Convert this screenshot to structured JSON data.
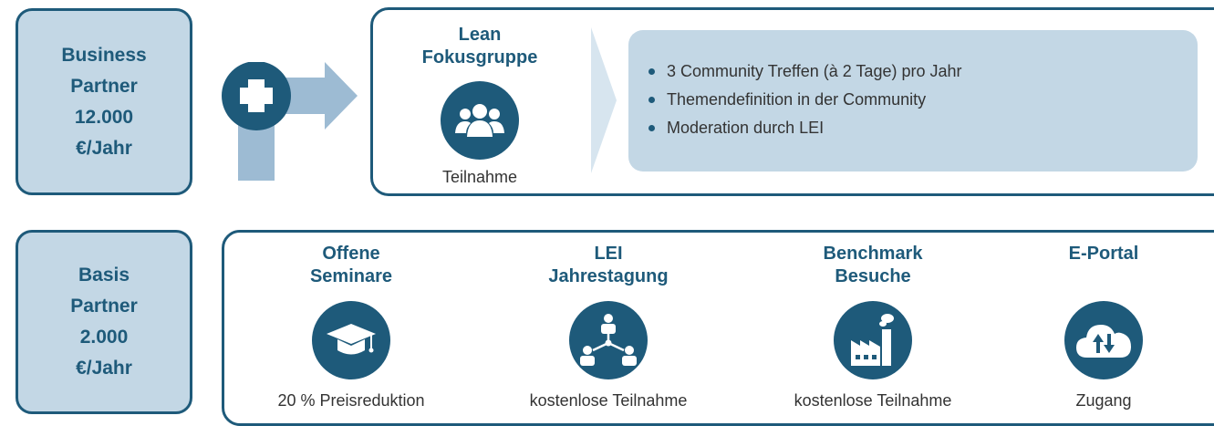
{
  "colors": {
    "primary": "#1e5a7a",
    "light": "#c3d7e5",
    "arrow": "#9dbbd3",
    "text": "#333333"
  },
  "tiers": {
    "business": {
      "lines": [
        "Business",
        "Partner",
        "12.000",
        "€/Jahr"
      ]
    },
    "basis": {
      "lines": [
        "Basis",
        "Partner",
        "2.000",
        "€/Jahr"
      ]
    }
  },
  "plus_icon": "plus-icon",
  "business_panel": {
    "feature": {
      "title_lines": [
        "Lean",
        "Fokusgruppe"
      ],
      "icon": "group-icon",
      "caption": "Teilnahme"
    },
    "bullets": [
      "3 Community Treffen (à 2 Tage) pro Jahr",
      "Themendefinition in der Community",
      "Moderation durch LEI"
    ]
  },
  "basis_panel": {
    "features": [
      {
        "title_lines": [
          "Offene",
          "Seminare"
        ],
        "icon": "graduation-cap-icon",
        "caption": "20 % Preisreduktion"
      },
      {
        "title_lines": [
          "LEI",
          "Jahrestagung"
        ],
        "icon": "network-people-icon",
        "caption": "kostenlose Teilnahme"
      },
      {
        "title_lines": [
          "Benchmark",
          "Besuche"
        ],
        "icon": "factory-icon",
        "caption": "kostenlose Teilnahme"
      },
      {
        "title_lines": [
          "E-Portal"
        ],
        "icon": "cloud-transfer-icon",
        "caption": "Zugang"
      }
    ]
  }
}
